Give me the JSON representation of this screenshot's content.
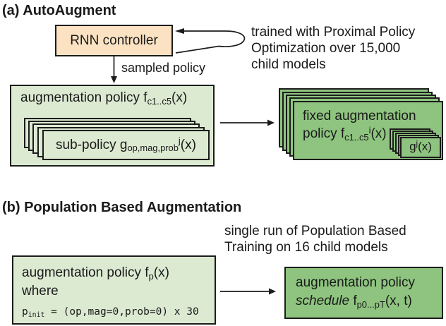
{
  "colors": {
    "peach": "#fbe2c2",
    "light_green": "#dcead2",
    "medium_green": "#8ec47f",
    "border": "#1c1c1c",
    "text": "#1a1a1a"
  },
  "panel_a": {
    "title": "(a) AutoAugment",
    "rnn_label": "RNN controller",
    "sampled_policy": "sampled policy",
    "ppo_note": {
      "line1": "trained with Proximal Policy",
      "line2": "Optimization over 15,000",
      "line3": "child models"
    },
    "aug_policy": {
      "pre": "augmentation policy f",
      "sub": "c1..c5",
      "post": "(x)"
    },
    "sub_policy": {
      "pre": "sub-policy g",
      "sub": "op,mag,prob",
      "sup": "j",
      "post": "(x)"
    },
    "fixed_policy": {
      "line1": "fixed augmentation",
      "pre": "policy f",
      "sub": "c1..c5",
      "sup": "i",
      "post": "(x)"
    },
    "g_card": {
      "pre": "g",
      "sup": "j",
      "post": "(x)"
    }
  },
  "panel_b": {
    "title": "(b) Population Based Augmentation",
    "pbt_note": {
      "line1": "single run of Population Based",
      "line2": "Training on 16 child models"
    },
    "aug_policy": {
      "pre": "augmentation policy f",
      "sub": "p",
      "post": "(x)",
      "where": "where",
      "code_pre": "p",
      "code_sub": "init",
      "code_post": " = (op,mag=0,prob=0) x 30"
    },
    "schedule": {
      "line1": "augmentation policy",
      "italic": "schedule",
      "pre": " f",
      "sub": "p0...pT",
      "post": "(x, t)"
    }
  }
}
